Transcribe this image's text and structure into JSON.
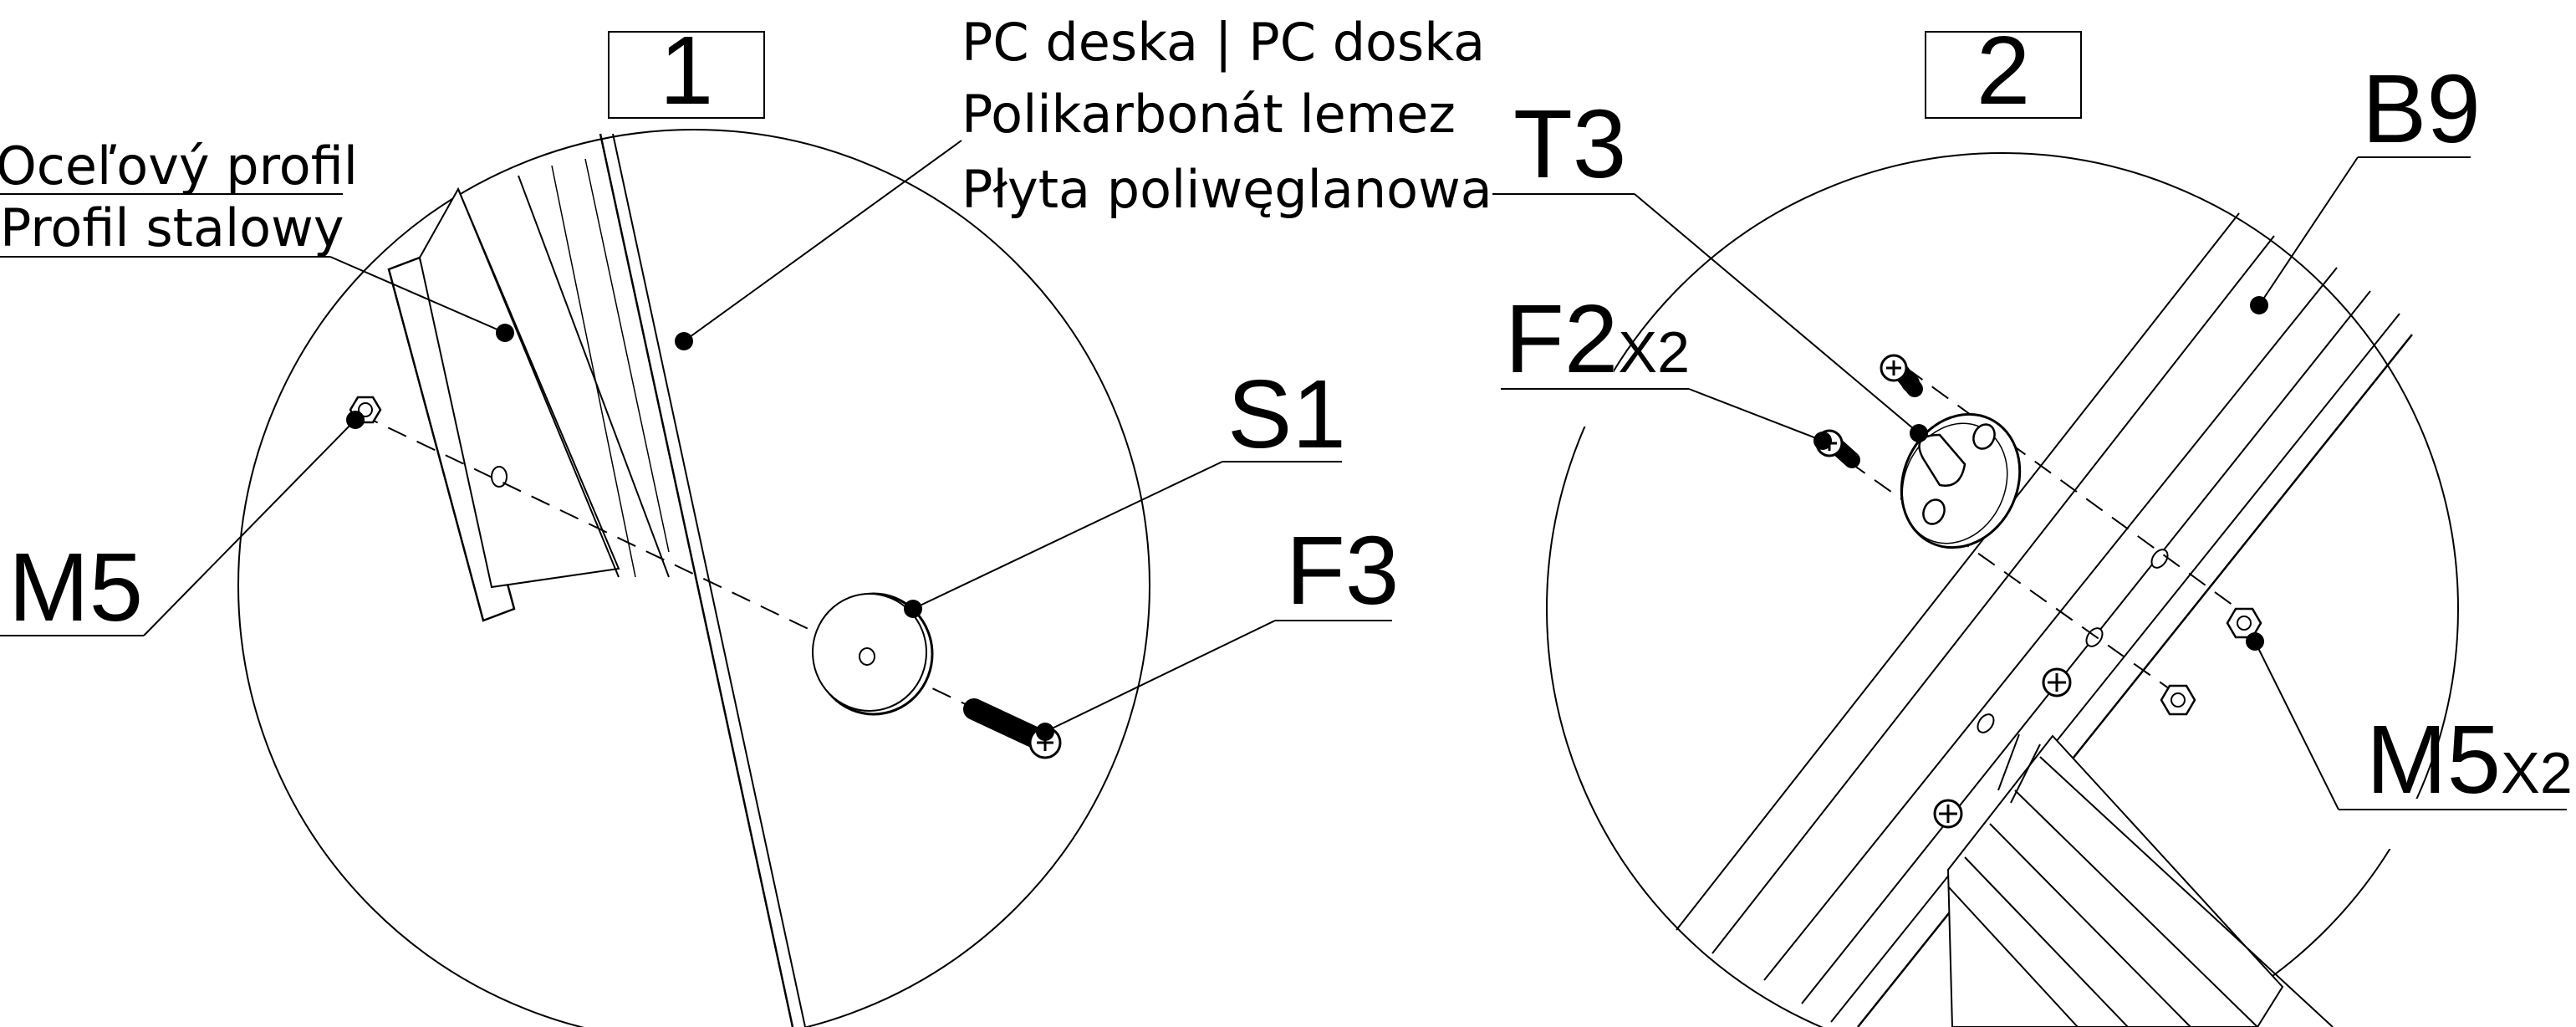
{
  "step_1": {
    "number": "1",
    "labels": {
      "steel_profile_cz": "Oceľový profil",
      "steel_profile_pl": "Profil stalowy",
      "pc_board_cz": "PC deska | PC doska",
      "pc_board_hu": "Polikarbonát lemez",
      "pc_board_pl": "Płyta poliwęglanowa",
      "s1": "S1",
      "f3": "F3",
      "m5": "M5"
    }
  },
  "step_2": {
    "number": "2",
    "labels": {
      "t3": "T3",
      "b9": "B9",
      "f2": "F2",
      "f2_qty": "X2",
      "m5": "M5",
      "m5_qty": "X2"
    }
  }
}
